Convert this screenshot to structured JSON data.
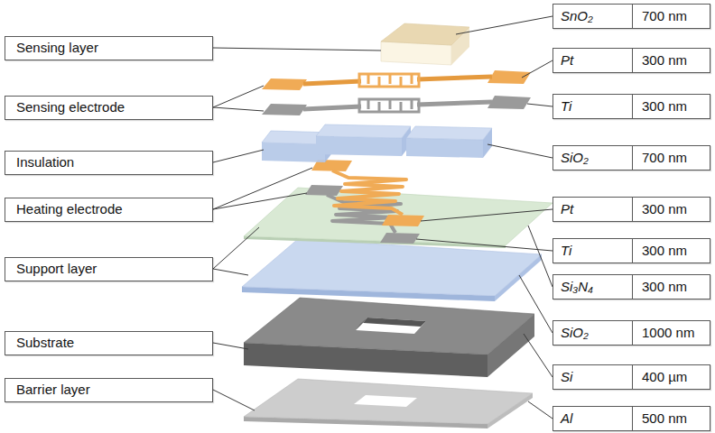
{
  "diagram": {
    "nodes": [
      {
        "text": [
          "Sensing layer"
        ]
      },
      {
        "text": [
          "Sensing electrode"
        ]
      },
      {
        "text": [
          "Insulation"
        ]
      },
      {
        "text": [
          "Heating electrode"
        ]
      },
      {
        "text": [
          "Support layer"
        ]
      },
      {
        "text": [
          "Substrate"
        ]
      },
      {
        "text": [
          "Barrier layer"
        ]
      },
      {
        "text": [
          "SnO₂",
          "700 nm"
        ]
      },
      {
        "text": [
          "Pt",
          "300 nm"
        ]
      },
      {
        "text": [
          "Ti",
          "300 nm"
        ]
      },
      {
        "text": [
          "SiO₂",
          "700 nm"
        ]
      },
      {
        "text": [
          "Pt",
          "300 nm"
        ]
      },
      {
        "text": [
          "Ti",
          "300 nm"
        ]
      },
      {
        "text": [
          "Si₃N₄",
          "300 nm"
        ]
      },
      {
        "text": [
          "SiO₂",
          "1000 nm"
        ]
      },
      {
        "text": [
          "Si",
          "400 µm"
        ]
      },
      {
        "text": [
          "Al",
          "500 nm"
        ]
      }
    ]
  }
}
